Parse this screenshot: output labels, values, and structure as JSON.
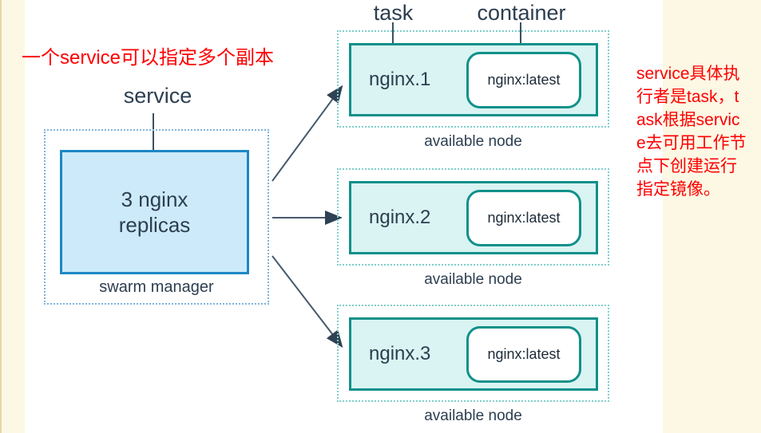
{
  "palette": {
    "cream": "#fcf8e4",
    "edge": "#e6d7a8",
    "red": "#fe0000",
    "navy": "#2c3e50",
    "line": "#3c5164",
    "arrow": "#46596b",
    "arrowHead": "#2f4254",
    "blueDotted": "#7fb3dc",
    "blueBorder": "#1e87c5",
    "blueFill": "#cdeafa",
    "tealDotted": "#7fcfca",
    "tealBorder": "#11908a",
    "tealFill": "#d9f4f2"
  },
  "annotations": {
    "top_left_note": "一个service可以指定多个副本",
    "right_note": "service具体执\n行者是task，t\nask根据servic\ne去可用工作节\n点下创建运行\n指定镜像。"
  },
  "labels": {
    "service": "service",
    "task": "task",
    "container": "container"
  },
  "manager": {
    "box_text": "3 nginx\nreplicas",
    "caption": "swarm manager"
  },
  "nodes": [
    {
      "task": "nginx.1",
      "container": "nginx:latest",
      "caption": "available node"
    },
    {
      "task": "nginx.2",
      "container": "nginx:latest",
      "caption": "available node"
    },
    {
      "task": "nginx.3",
      "container": "nginx:latest",
      "caption": "available node"
    }
  ]
}
